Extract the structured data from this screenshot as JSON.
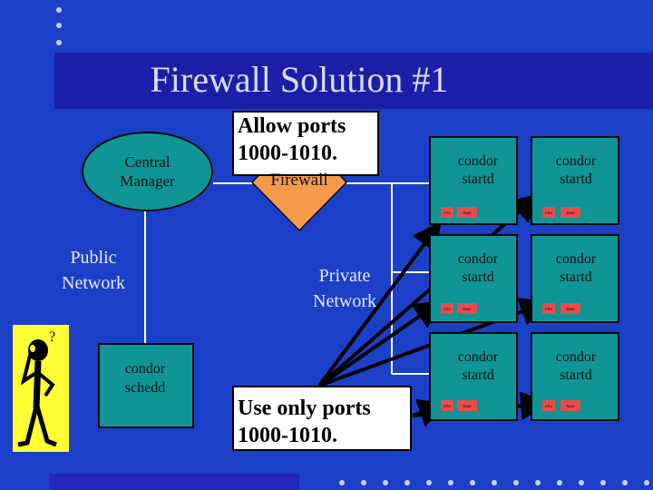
{
  "title": "Firewall Solution #1",
  "central_manager": "Central Manager",
  "public_network": "Public Network",
  "condor_schedd": "condor schedd",
  "allow_ports_callout": "Allow ports 1000-1010.",
  "firewall": "Firewall",
  "private_network": "Private Network",
  "use_ports_callout": "Use only ports 1000-1010.",
  "nodes": [
    {
      "label": "condor startd",
      "cpu": "CPU",
      "ram": "RAM"
    },
    {
      "label": "condor startd",
      "cpu": "CPU",
      "ram": "RAM"
    },
    {
      "label": "condor startd",
      "cpu": "CPU",
      "ram": "RAM"
    },
    {
      "label": "condor startd",
      "cpu": "CPU",
      "ram": "RAM"
    },
    {
      "label": "condor startd",
      "cpu": "CPU",
      "ram": "RAM"
    },
    {
      "label": "condor startd",
      "cpu": "CPU",
      "ram": "RAM"
    }
  ],
  "colors": {
    "background": "#1c3fc7",
    "title_band": "#1b1fa8",
    "teal": "#0f9595",
    "firewall_orange": "#f59a4a",
    "arrow_black": "#000000",
    "mini_red": "#e84c4c"
  },
  "icons": {
    "confused_person": "confused-stick-figure"
  }
}
